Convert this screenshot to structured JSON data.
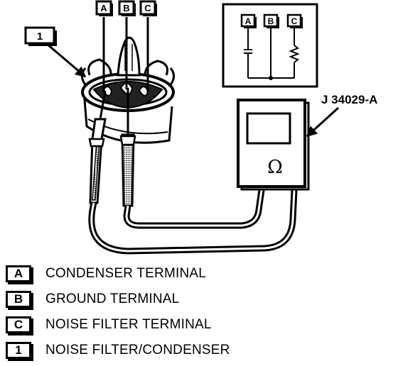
{
  "diagram": {
    "callout_1": "1",
    "probe_labels": [
      "A",
      "B",
      "C"
    ],
    "schematic_labels": [
      "A",
      "B",
      "C"
    ],
    "meter_label": "J 34029-A",
    "meter_symbol": "Ω"
  },
  "legend": [
    {
      "key": "A",
      "text": "CONDENSER TERMINAL"
    },
    {
      "key": "B",
      "text": "GROUND TERMINAL"
    },
    {
      "key": "C",
      "text": "NOISE FILTER TERMINAL"
    },
    {
      "key": "1",
      "text": "NOISE FILTER/CONDENSER"
    }
  ]
}
